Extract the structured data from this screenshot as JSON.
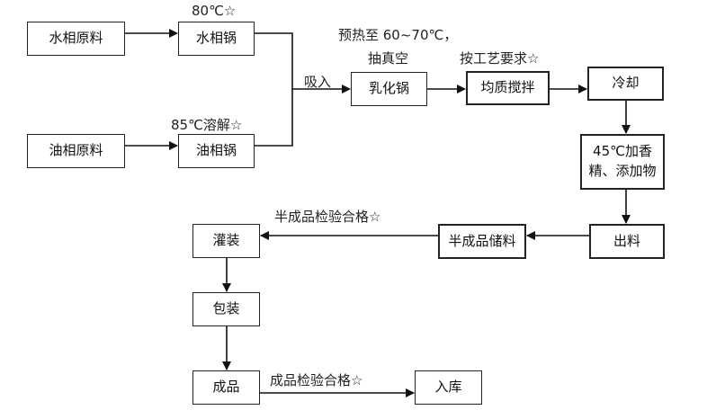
{
  "nodes": {
    "water_raw": "水相原料",
    "water_pot": "水相锅",
    "oil_raw": "油相原料",
    "oil_pot": "油相锅",
    "emulsify_pot": "乳化锅",
    "homogenize": "均质搅拌",
    "cooling": "冷却",
    "add_fragrance_line1": "45℃加香",
    "add_fragrance_line2": "精、添加物",
    "discharge": "出料",
    "semi_storage": "半成品储料",
    "filling": "灌装",
    "packaging": "包装",
    "finished": "成品",
    "warehouse": "入库"
  },
  "labels": {
    "water_temp": "80℃☆",
    "oil_temp": "85℃溶解☆",
    "suction": "吸入",
    "preheat_line1": "预热至 60~70℃，",
    "preheat_line2": "抽真空",
    "process_req": "按工艺要求☆",
    "semi_inspect": "半成品检验合格☆",
    "final_inspect": "成品检验合格☆"
  }
}
